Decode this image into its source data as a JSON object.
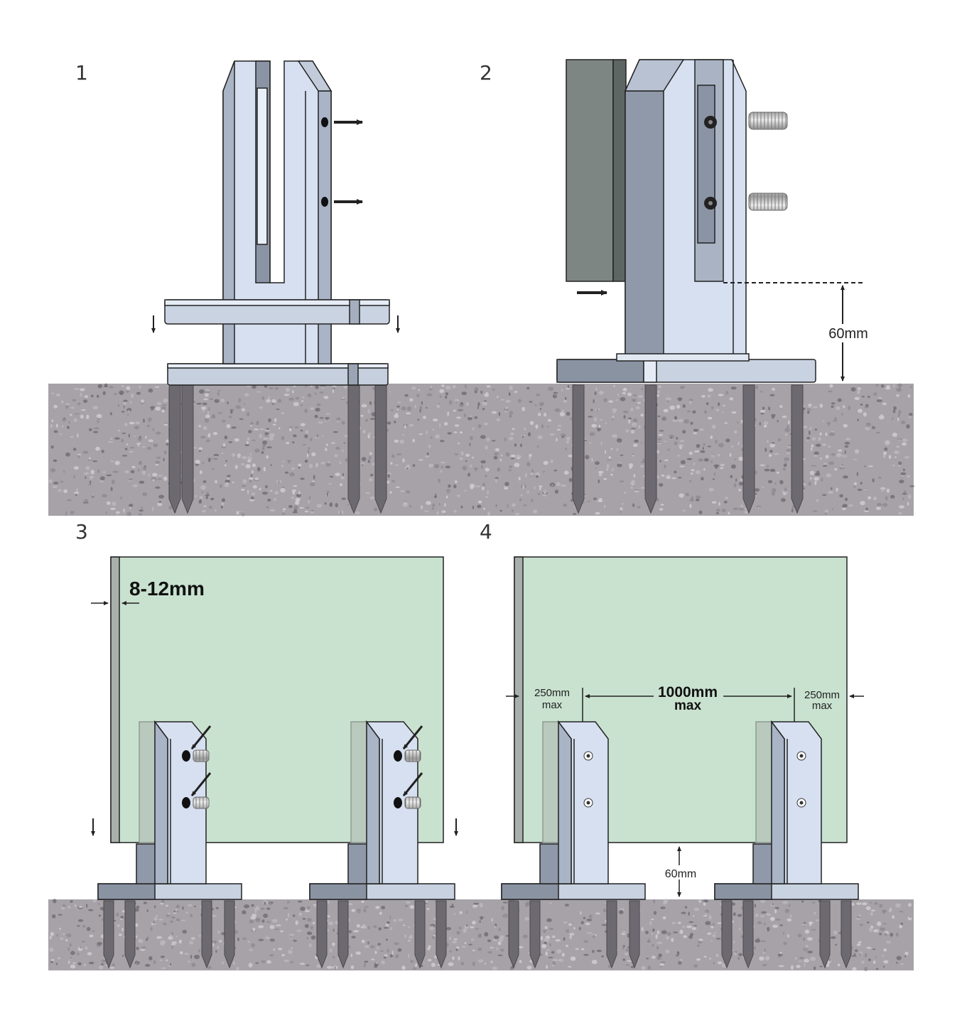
{
  "panels": [
    {
      "number": "1"
    },
    {
      "number": "2",
      "height_label": "60mm"
    },
    {
      "number": "3",
      "thickness_label": "8-12mm"
    },
    {
      "number": "4",
      "edge_left_value": "250mm",
      "edge_left_unit": "max",
      "spacing_value": "1000mm",
      "spacing_unit": "max",
      "edge_right_value": "250mm",
      "edge_right_unit": "max",
      "height_label": "60mm"
    }
  ],
  "colors": {
    "concrete": "#a6a2a8",
    "concrete_speck_dark": "#6f6b72",
    "concrete_speck_light": "#d2cfd3",
    "spigot_light": "#d7e0f0",
    "spigot_mid": "#a9b4c6",
    "spigot_dark": "#7f8796",
    "glass": "#c9e2d0",
    "glass_edge": "#a9b0ab",
    "gasket": "#6b7472",
    "outline": "#222222"
  },
  "icons": [
    "arrow-icon",
    "bolt-icon",
    "screw-icon",
    "anchor-bolt-icon"
  ]
}
